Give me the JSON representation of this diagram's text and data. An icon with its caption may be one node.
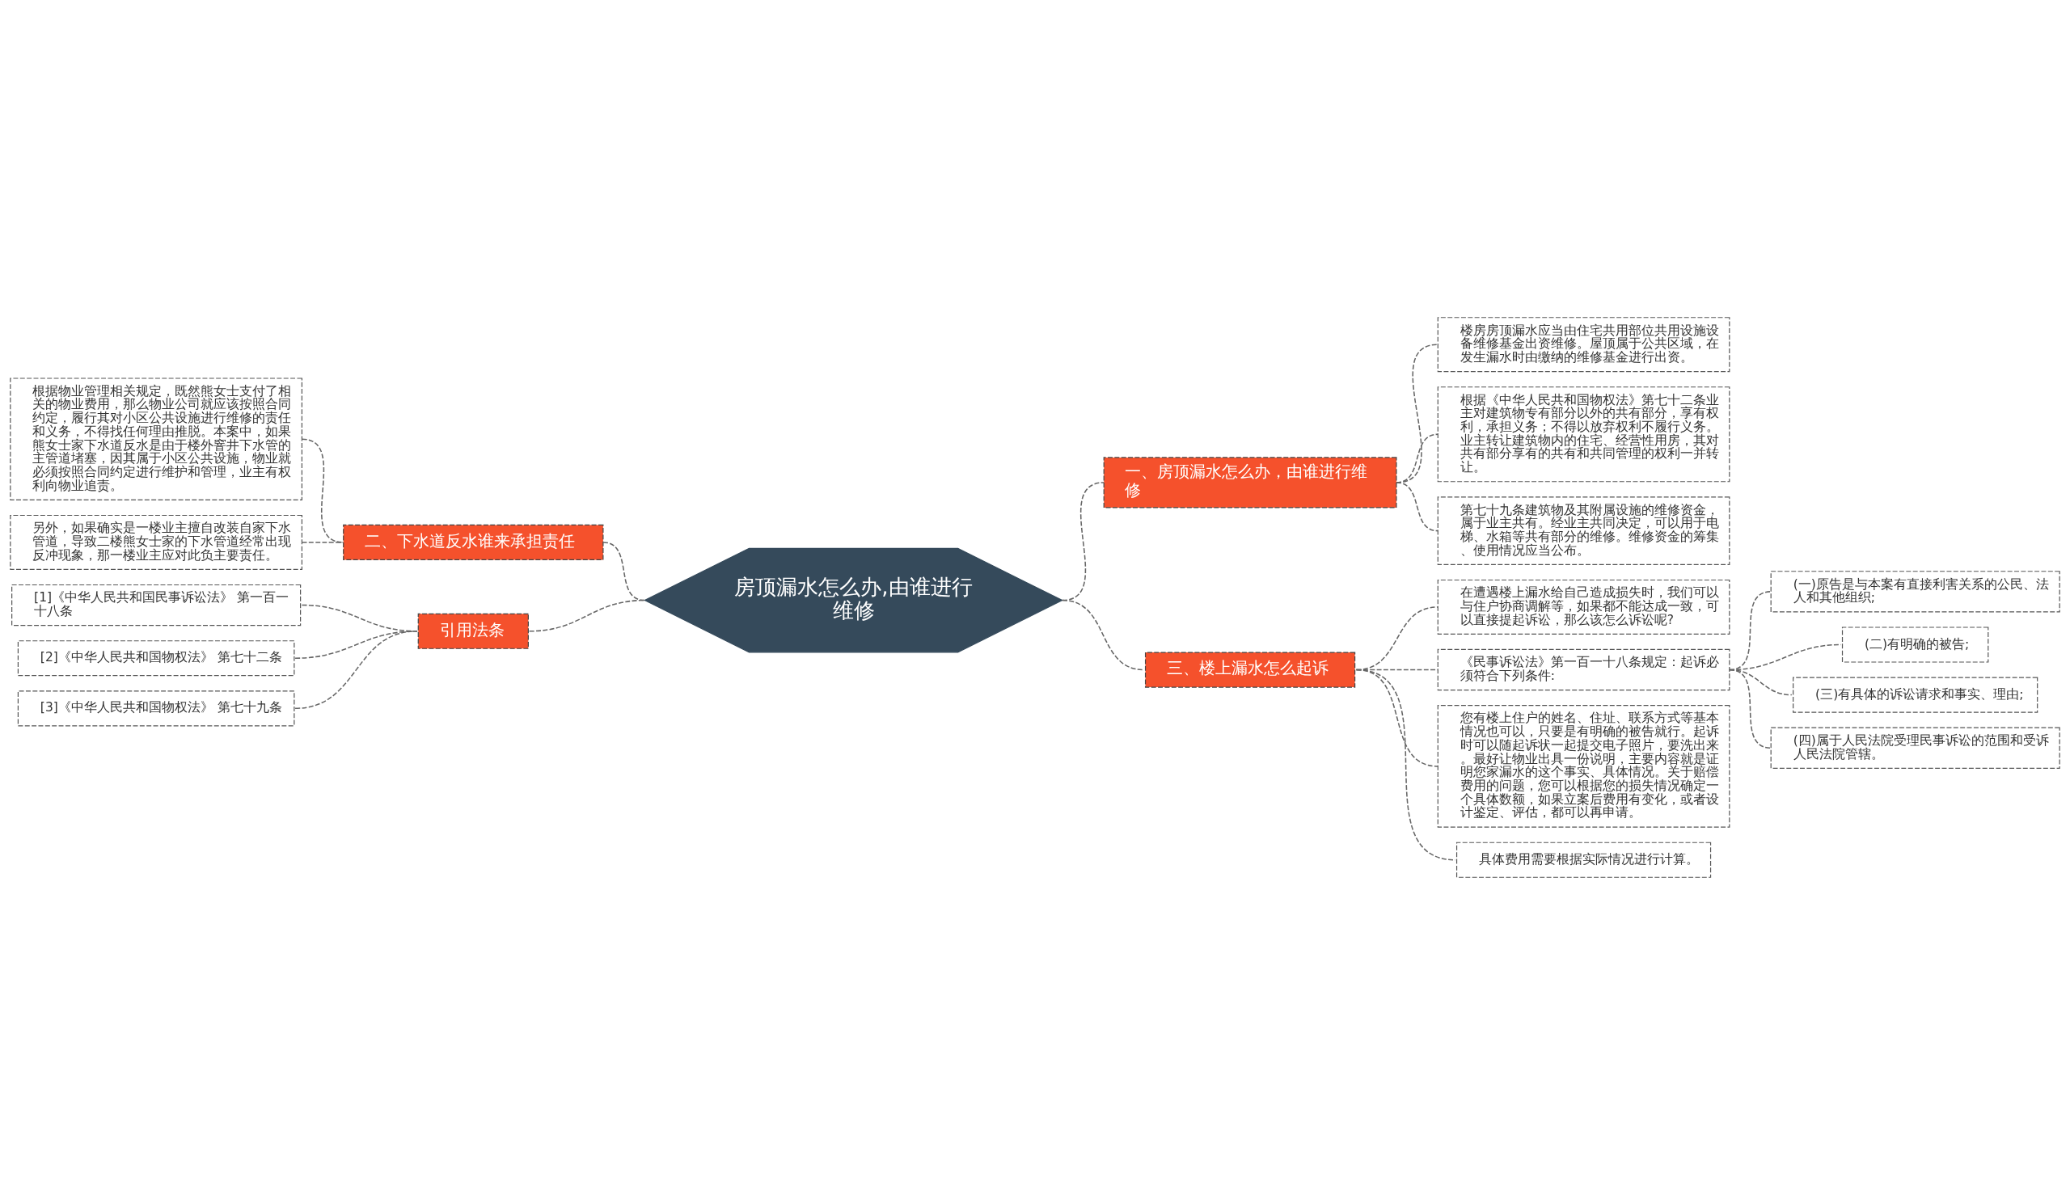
{
  "diagram": {
    "nodes": [
      {
        "text": [
          "房顶漏水怎么办,由谁进行维修"
        ]
      },
      {
        "text": [
          "一、房顶漏水怎么办，由谁进行维修"
        ]
      },
      {
        "text": [
          "楼房房顶漏水应当由住宅共用部位共用设施设备维修基金出资维修。屋顶属于公共区域，在发生漏水时由缴纳的维修基金进行出资。"
        ]
      },
      {
        "text": [
          "根据《中华人民共和国物权法》第七十二条业主对建筑物专有部分以外的共有部分，享有权利，承担义务；不得以放弃权利不履行义务。业主转让建筑物内的住宅、经营性用房，其对共有部分享有的共有和共同管理的权利一并转让。"
        ]
      },
      {
        "text": [
          "第七十九条建筑物及其附属设施的维修资金，属于业主共有。经业主共同决定，可以用于电梯、水箱等共有部分的维修。维修资金的筹集、使用情况应当公布。"
        ]
      },
      {
        "text": [
          "二、下水道反水谁来承担责任"
        ]
      },
      {
        "text": [
          "根据物业管理相关规定，既然熊女士支付了相关的物业费用，那么物业公司就应该按照合同约定，履行其对小区公共设施进行维修的责任和义务，不得找任何理由推脱。本案中，如果熊女士家下水道反水是由于楼外窨井下水管的主管道堵塞，因其属于小区公共设施，物业就必须按照合同约定进行维护和管理，业主有权利向物业追责。"
        ]
      },
      {
        "text": [
          "另外，如果确实是一楼业主擅自改装自家下水管道，导致二楼熊女士家的下水管道经常出现反冲现象，那一楼业主应对此负主要责任。"
        ]
      },
      {
        "text": [
          "引用法条"
        ]
      },
      {
        "text": [
          "[1]《中华人民共和国民事诉讼法》 第一百一十八条"
        ]
      },
      {
        "text": [
          "[2]《中华人民共和国物权法》 第七十二条"
        ]
      },
      {
        "text": [
          "[3]《中华人民共和国物权法》 第七十九条"
        ]
      },
      {
        "text": [
          "三、楼上漏水怎么起诉"
        ]
      },
      {
        "text": [
          "在遭遇楼上漏水给自己造成损失时，我们可以与住户协商调解等，如果都不能达成一致，可以直接提起诉讼，那么该怎么诉讼呢?"
        ]
      },
      {
        "text": [
          "《民事诉讼法》第一百一十八条规定：起诉必须符合下列条件:"
        ]
      },
      {
        "text": [
          "(一)原告是与本案有直接利害关系的公民、法人和其他组织;"
        ]
      },
      {
        "text": [
          "(二)有明确的被告;"
        ]
      },
      {
        "text": [
          "(三)有具体的诉讼请求和事实、理由;"
        ]
      },
      {
        "text": [
          "(四)属于人民法院受理民事诉讼的范围和受诉人民法院管辖。"
        ]
      },
      {
        "text": [
          "您有楼上住户的姓名、住址、联系方式等基本情况也可以，只要是有明确的被告就行。起诉时可以随起诉状一起提交电子照片，要洗出来。最好让物业出具一份说明，主要内容就是证明您家漏水的这个事实、具体情况。关于赔偿费用的问题，您可以根据您的损失情况确定一个具体数额，如果立案后费用有变化，或者设计鉴定、评估，都可以再申请。"
        ]
      },
      {
        "text": [
          "具体费用需要根据实际情况进行计算。"
        ]
      }
    ],
    "edges": [
      {
        "from": 0,
        "to": 1,
        "arrow": "none",
        "style": "dashed"
      },
      {
        "from": 1,
        "to": 2,
        "arrow": "none",
        "style": "dashed"
      },
      {
        "from": 1,
        "to": 3,
        "arrow": "none",
        "style": "dashed"
      },
      {
        "from": 1,
        "to": 4,
        "arrow": "none",
        "style": "dashed"
      },
      {
        "from": 0,
        "to": 5,
        "arrow": "none",
        "style": "dashed"
      },
      {
        "from": 5,
        "to": 6,
        "arrow": "none",
        "style": "dashed"
      },
      {
        "from": 5,
        "to": 7,
        "arrow": "none",
        "style": "dashed"
      },
      {
        "from": 0,
        "to": 8,
        "arrow": "none",
        "style": "dashed"
      },
      {
        "from": 8,
        "to": 9,
        "arrow": "none",
        "style": "dashed"
      },
      {
        "from": 8,
        "to": 10,
        "arrow": "none",
        "style": "dashed"
      },
      {
        "from": 8,
        "to": 11,
        "arrow": "none",
        "style": "dashed"
      },
      {
        "from": 0,
        "to": 12,
        "arrow": "none",
        "style": "dashed"
      },
      {
        "from": 12,
        "to": 13,
        "arrow": "none",
        "style": "dashed"
      },
      {
        "from": 12,
        "to": 14,
        "arrow": "none",
        "style": "dashed"
      },
      {
        "from": 14,
        "to": 15,
        "arrow": "none",
        "style": "dashed"
      },
      {
        "from": 14,
        "to": 16,
        "arrow": "none",
        "style": "dashed"
      },
      {
        "from": 14,
        "to": 17,
        "arrow": "none",
        "style": "dashed"
      },
      {
        "from": 14,
        "to": 18,
        "arrow": "none",
        "style": "dashed"
      },
      {
        "from": 12,
        "to": 19,
        "arrow": "none",
        "style": "dashed"
      },
      {
        "from": 12,
        "to": 20,
        "arrow": "none",
        "style": "dashed"
      }
    ]
  }
}
